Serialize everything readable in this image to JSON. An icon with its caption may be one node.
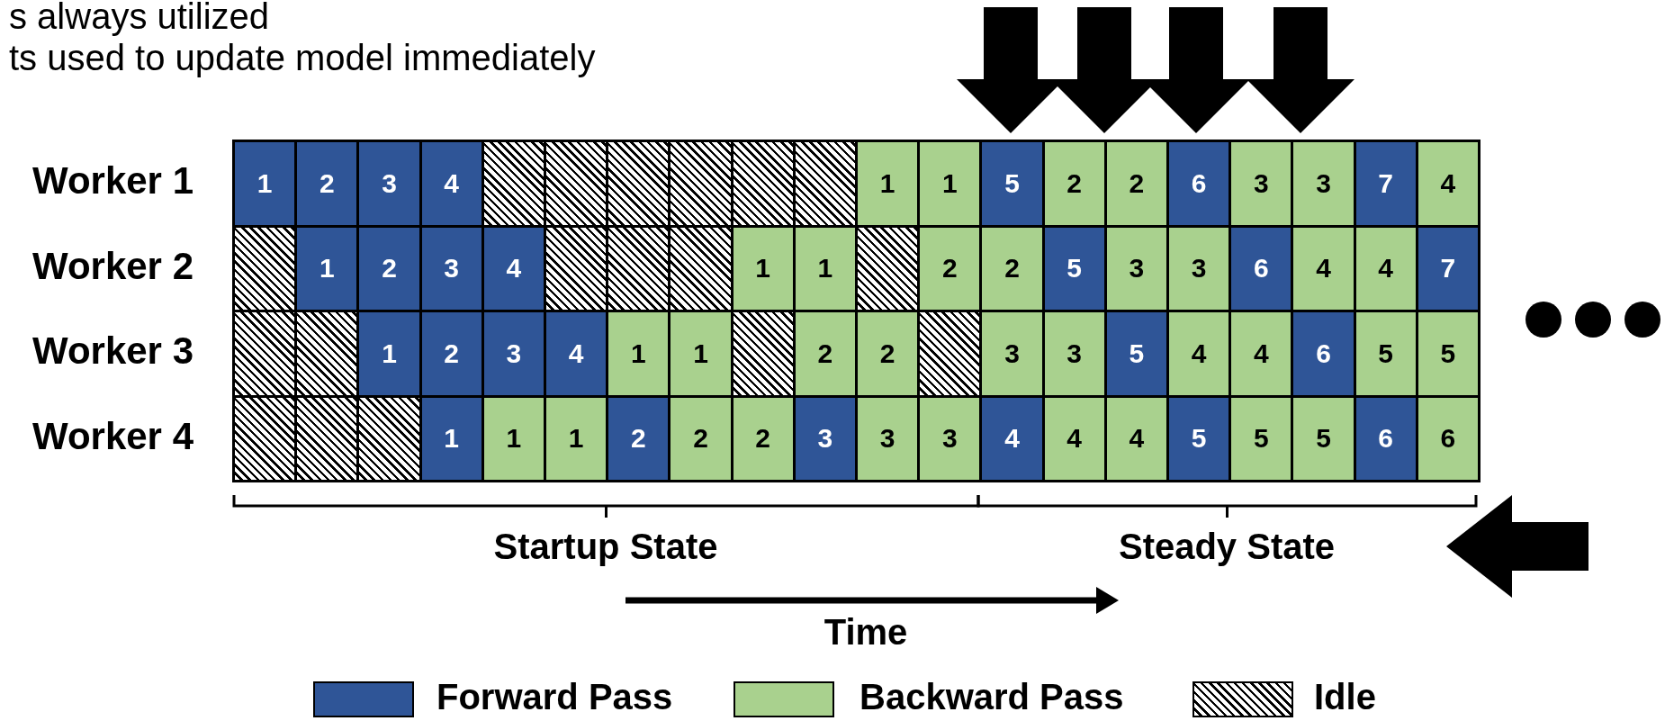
{
  "diagram": {
    "nodes": [
      {
        "text": [
          "1"
        ]
      },
      {
        "text": [
          "2"
        ]
      },
      {
        "text": [
          "3"
        ]
      },
      {
        "text": [
          "4"
        ]
      },
      {
        "text": [],
        "shape": "box"
      },
      {
        "text": [],
        "shape": "box"
      },
      {
        "text": [],
        "shape": "box"
      },
      {
        "text": [],
        "shape": "box"
      },
      {
        "text": [],
        "shape": "box"
      },
      {
        "text": [],
        "shape": "box"
      },
      {
        "text": [
          "1"
        ]
      },
      {
        "text": [
          "1"
        ]
      },
      {
        "text": [
          "5"
        ]
      },
      {
        "text": [
          "2"
        ]
      },
      {
        "text": [
          "2"
        ]
      },
      {
        "text": [
          "6"
        ]
      },
      {
        "text": [
          "3"
        ]
      },
      {
        "text": [
          "3"
        ]
      },
      {
        "text": [
          "7"
        ]
      },
      {
        "text": [
          "4"
        ]
      },
      {
        "text": [],
        "shape": "box"
      },
      {
        "text": [
          "1"
        ]
      },
      {
        "text": [
          "2"
        ]
      },
      {
        "text": [
          "3"
        ]
      },
      {
        "text": [
          "4"
        ]
      },
      {
        "text": [],
        "shape": "box"
      },
      {
        "text": [],
        "shape": "box"
      },
      {
        "text": [],
        "shape": "box"
      },
      {
        "text": [
          "1"
        ]
      },
      {
        "text": [
          "1"
        ]
      },
      {
        "text": [],
        "shape": "box"
      },
      {
        "text": [
          "2"
        ]
      },
      {
        "text": [
          "2"
        ]
      },
      {
        "text": [
          "5"
        ]
      },
      {
        "text": [
          "3"
        ]
      },
      {
        "text": [
          "3"
        ]
      },
      {
        "text": [
          "6"
        ]
      },
      {
        "text": [
          "4"
        ]
      },
      {
        "text": [
          "4"
        ]
      },
      {
        "text": [
          "7"
        ]
      },
      {
        "text": [],
        "shape": "box"
      },
      {
        "text": [],
        "shape": "box"
      },
      {
        "text": [
          "1"
        ]
      },
      {
        "text": [
          "2"
        ]
      },
      {
        "text": [
          "3"
        ]
      },
      {
        "text": [
          "4"
        ]
      },
      {
        "text": [
          "1"
        ]
      },
      {
        "text": [
          "1"
        ]
      },
      {
        "text": [],
        "shape": "box"
      },
      {
        "text": [
          "2"
        ]
      },
      {
        "text": [
          "2"
        ]
      },
      {
        "text": [],
        "shape": "box"
      },
      {
        "text": [
          "3"
        ]
      },
      {
        "text": [
          "3"
        ]
      },
      {
        "text": [
          "5"
        ]
      },
      {
        "text": [
          "4"
        ]
      },
      {
        "text": [
          "4"
        ]
      },
      {
        "text": [
          "6"
        ]
      },
      {
        "text": [
          "5"
        ]
      },
      {
        "text": [
          "5"
        ]
      },
      {
        "text": [],
        "shape": "box"
      },
      {
        "text": [],
        "shape": "box"
      },
      {
        "text": [],
        "shape": "box"
      },
      {
        "text": [
          "1"
        ]
      },
      {
        "text": [
          "1"
        ]
      },
      {
        "text": [
          "1"
        ]
      },
      {
        "text": [
          "2"
        ]
      },
      {
        "text": [
          "2"
        ]
      },
      {
        "text": [
          "2"
        ]
      },
      {
        "text": [
          "3"
        ]
      },
      {
        "text": [
          "3"
        ]
      },
      {
        "text": [
          "3"
        ]
      },
      {
        "text": [
          "4"
        ]
      },
      {
        "text": [
          "4"
        ]
      },
      {
        "text": [
          "4"
        ]
      },
      {
        "text": [
          "5"
        ]
      },
      {
        "text": [
          "5"
        ]
      },
      {
        "text": [
          "5"
        ]
      },
      {
        "text": [
          "6"
        ]
      },
      {
        "text": [
          "6"
        ]
      }
    ],
    "labels": [
      "s always utilized",
      "ts used to update model immediately",
      "Worker 1",
      "Worker 2",
      "Worker 3",
      "Worker 4",
      "Startup State",
      "Steady State",
      "Time"
    ],
    "legend": [
      {
        "text": "Forward Pass",
        "color": "#2f5597"
      },
      {
        "text": "Backward Pass",
        "color": "#a9d18e"
      },
      {
        "text": "Idle"
      }
    ]
  }
}
